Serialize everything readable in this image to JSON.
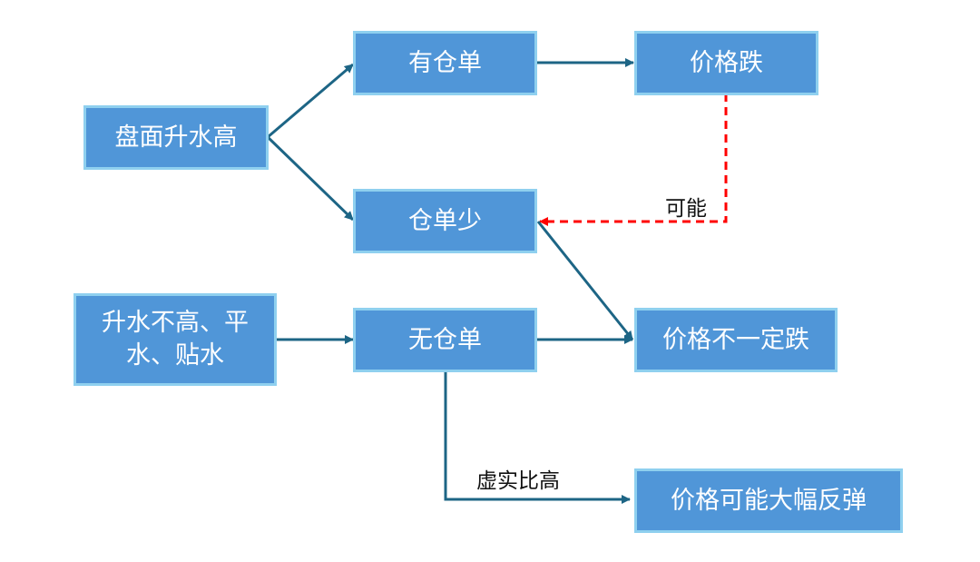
{
  "nodes": {
    "pan_mian": "盘面升水高",
    "you_cang_dan": "有仓单",
    "jia_ge_die": "价格跌",
    "cang_dan_shao": "仓单少",
    "sheng_shui_line1": "升水不高、平",
    "sheng_shui_line2": "水、贴水",
    "wu_cang_dan": "无仓单",
    "bu_yi_ding_die": "价格不一定跌",
    "da_fu_fan_tan": "价格可能大幅反弹"
  },
  "edge_labels": {
    "possible": "可能",
    "xu_shi_bi_gao": "虚实比高"
  },
  "colors": {
    "node_fill": "#5096d8",
    "node_border": "#8fd0ef",
    "arrow": "#1d6585",
    "dashed_arrow": "#ff0000"
  }
}
